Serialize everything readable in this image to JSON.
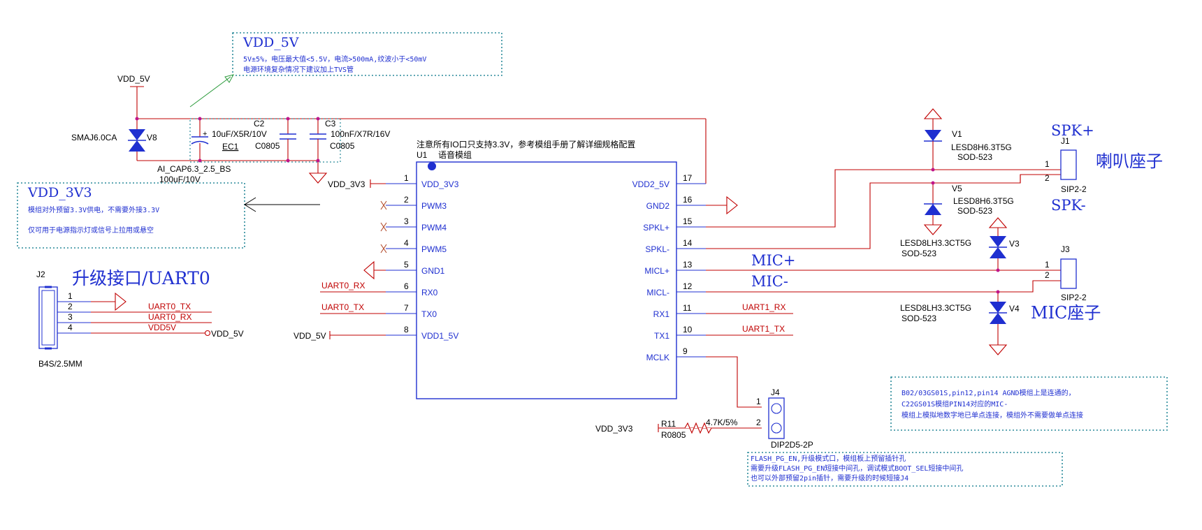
{
  "notes": {
    "vdd5v": {
      "title": "VDD_5V",
      "line1": "5V±5%，电压最大值<5.5V，电流>500mA,纹波小于<50mV",
      "line2": "电源环境复杂情况下建议加上TVS管"
    },
    "vdd3v3": {
      "title": "VDD_3V3",
      "line1": "模组对外预留3.3V供电，不需要外接3.3V",
      "line2": "仅可用于电源指示灯或信号上拉用或悬空"
    },
    "io": "注意所有IO口只支持3.3V，参考模组手册了解详细规格配置",
    "agnd": {
      "line1": "B02/03GS01S,pin12,pin14 AGND模组上是连通的，",
      "line2": "C22GS01S模组PIN14对应的MIC-",
      "line3": "模组上模拟地数字地已单点连接，模组外不需要做单点连接"
    },
    "flash": {
      "line1": "FLASH_PG_EN,升级模式口，模组板上预留插针孔",
      "line2": "需要升级FLASH_PG_EN短接中间孔，调试模式BOOT_SEL短接中间孔",
      "line3": "也可以外部预留2pin插针，需要升级的时候短接J4"
    }
  },
  "labels": {
    "upgrade": "升级接口/UART0",
    "spk_plus": "SPK+",
    "spk_minus": "SPK-",
    "speaker": "喇叭座子",
    "mic_plus": "MIC+",
    "mic_minus": "MIC-",
    "mic_seat": "MIC座子"
  },
  "u1": {
    "ref": "U1",
    "name": "语音模组",
    "left_pins": [
      {
        "num": "1",
        "name": "VDD_3V3"
      },
      {
        "num": "2",
        "name": "PWM3"
      },
      {
        "num": "3",
        "name": "PWM4"
      },
      {
        "num": "4",
        "name": "PWM5"
      },
      {
        "num": "5",
        "name": "GND1"
      },
      {
        "num": "6",
        "name": "RX0"
      },
      {
        "num": "7",
        "name": "TX0"
      },
      {
        "num": "8",
        "name": "VDD1_5V"
      }
    ],
    "right_pins": [
      {
        "num": "17",
        "name": "VDD2_5V"
      },
      {
        "num": "16",
        "name": "GND2"
      },
      {
        "num": "15",
        "name": "SPKL+"
      },
      {
        "num": "14",
        "name": "SPKL-"
      },
      {
        "num": "13",
        "name": "MICL+"
      },
      {
        "num": "12",
        "name": "MICL-"
      },
      {
        "num": "11",
        "name": "RX1"
      },
      {
        "num": "10",
        "name": "TX1"
      },
      {
        "num": "9",
        "name": "MCLK"
      }
    ]
  },
  "nets": {
    "vdd_5v": "VDD_5V",
    "vdd_3v3": "VDD_3V3",
    "uart0_rx": "UART0_RX",
    "uart0_tx": "UART0_TX",
    "uart1_rx": "UART1_RX",
    "uart1_tx": "UART1_TX",
    "vdd5v_j2": "VDD5V"
  },
  "parts": {
    "v8": {
      "ref": "V8",
      "value": "SMAJ6.0CA"
    },
    "ec1": {
      "ref": "EC1",
      "footprint": "AI_CAP6.3_2.5_BS",
      "value": "100uF/10V"
    },
    "c2": {
      "ref": "C2",
      "value": "10uF/X5R/10V",
      "footprint": "C0805"
    },
    "c3": {
      "ref": "C3",
      "value": "100nF/X7R/16V",
      "footprint": "C0805"
    },
    "v1": {
      "ref": "V1",
      "value": "LESD8H6.3T5G",
      "footprint": "SOD-523"
    },
    "v5": {
      "ref": "V5",
      "value": "LESD8H6.3T5G",
      "footprint": "SOD-523"
    },
    "v3": {
      "ref": "V3",
      "value": "LESD8LH3.3CT5G",
      "footprint": "SOD-523"
    },
    "v4": {
      "ref": "V4",
      "value": "LESD8LH3.3CT5G",
      "footprint": "SOD-523"
    },
    "j1": {
      "ref": "J1",
      "footprint": "SIP2-2"
    },
    "j3": {
      "ref": "J3",
      "footprint": "SIP2-2"
    },
    "j2": {
      "ref": "J2",
      "footprint": "B4S/2.5MM",
      "pins": [
        "1",
        "2",
        "3",
        "4"
      ]
    },
    "j4": {
      "ref": "J4",
      "footprint": "DIP2D5-2P"
    },
    "r11": {
      "ref": "R11",
      "footprint": "R0805",
      "value": "4.7K/5%"
    }
  }
}
